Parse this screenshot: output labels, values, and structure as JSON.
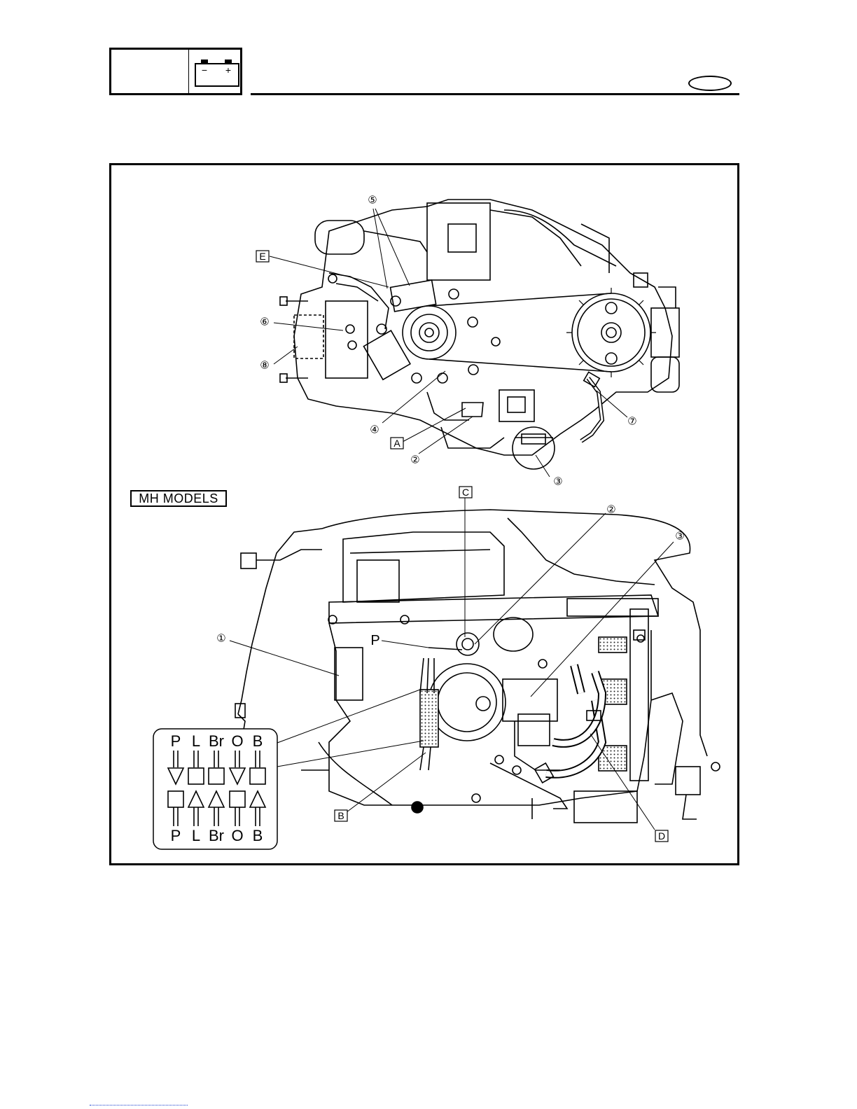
{
  "header": {
    "battery_icon": "battery-icon",
    "battery_minus": "−",
    "battery_plus": "+"
  },
  "mh_models_label": "MH MODELS",
  "top_view": {
    "callouts": [
      "⑤",
      "⑥",
      "⑧",
      "④",
      "②",
      "⑦",
      "③"
    ],
    "letters": [
      "E",
      "A"
    ]
  },
  "side_view": {
    "callouts": [
      "①",
      "②",
      "③"
    ],
    "letters": [
      "C",
      "B",
      "D"
    ],
    "p_label": "P"
  },
  "connector": {
    "top_labels": [
      "P",
      "L",
      "Br",
      "O",
      "B"
    ],
    "bottom_labels": [
      "P",
      "L",
      "Br",
      "O",
      "B"
    ]
  }
}
